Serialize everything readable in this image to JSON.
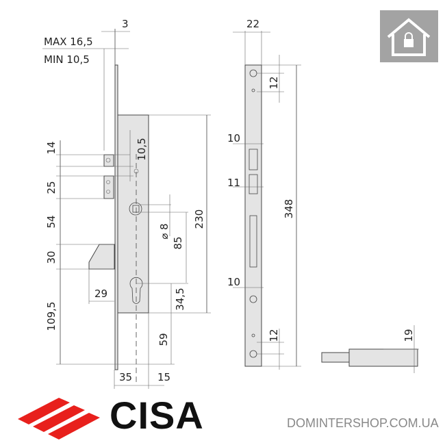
{
  "labels": {
    "thickness": "3",
    "max": "MAX 16,5",
    "min": "MIN 10,5",
    "d14": "14",
    "d25": "25",
    "d54": "54",
    "d30": "30",
    "d109": "109,5",
    "d29": "29",
    "d10_5": "10,5",
    "dia8": "⌀ 8",
    "d85": "85",
    "d34_5": "34,5",
    "d59": "59",
    "d230": "230",
    "d35": "35",
    "d15": "15",
    "d22": "22",
    "d348": "348",
    "d12a": "12",
    "d10a": "10",
    "d11": "11",
    "d10b": "10",
    "d12b": "12",
    "d19": "19"
  },
  "brand": {
    "name": "CISA",
    "color": "#e8201c"
  },
  "footer": {
    "site": "DOMINTERSHOP.COM.UA"
  },
  "icons": {
    "badge": "home-lock-icon"
  }
}
